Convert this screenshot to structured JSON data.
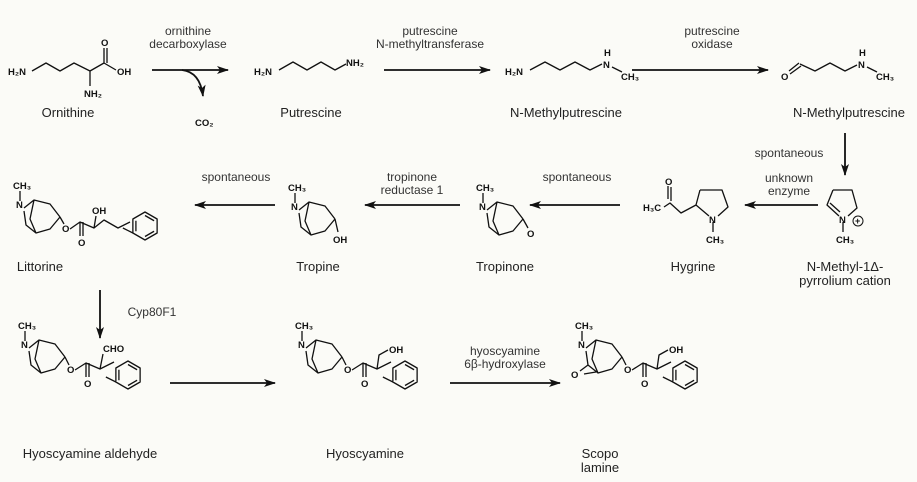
{
  "title": "Tropane alkaloid biosynthesis pathway",
  "compounds": {
    "ornithine": {
      "name": "Ornithine",
      "atoms": [
        "H₂N",
        "O",
        "OH",
        "NH₂"
      ]
    },
    "putrescine": {
      "name": "Putrescine",
      "atoms": [
        "H₂N",
        "NH₂"
      ]
    },
    "n_methylputrescine": {
      "name": "N-Methylputrescine",
      "atoms": [
        "H₂N",
        "N",
        "H",
        "CH₃"
      ]
    },
    "aminobutanal": {
      "name": "N-Methylputrescine",
      "atoms": [
        "O",
        "N",
        "H",
        "CH₃"
      ]
    },
    "pyrrolium": {
      "name_line1": "N-Methyl-1Δ-",
      "name_line2": "pyrrolium cation",
      "atoms": [
        "N",
        "CH₃",
        "+"
      ]
    },
    "hygrine": {
      "name": "Hygrine",
      "atoms": [
        "H₃C",
        "O",
        "N",
        "CH₃"
      ]
    },
    "tropinone": {
      "name": "Tropinone",
      "atoms": [
        "CH₃",
        "N",
        "O"
      ]
    },
    "tropine": {
      "name": "Tropine",
      "atoms": [
        "CH₃",
        "N",
        "OH"
      ]
    },
    "littorine": {
      "name": "Littorine",
      "atoms": [
        "CH₃",
        "N",
        "O",
        "O",
        "OH"
      ]
    },
    "hyoscyamine_aldehyde": {
      "name": "Hyoscyamine aldehyde",
      "atoms": [
        "CH₃",
        "N",
        "O",
        "O",
        "CHO"
      ]
    },
    "hyoscyamine": {
      "name": "Hyoscyamine",
      "atoms": [
        "CH₃",
        "N",
        "O",
        "O",
        "OH"
      ]
    },
    "scopolamine": {
      "name_line1": "Scopo",
      "name_line2": "lamine",
      "atoms": [
        "CH₃",
        "N",
        "O",
        "O",
        "O",
        "OH"
      ]
    }
  },
  "byproducts": {
    "co2": "CO₂"
  },
  "steps": [
    {
      "line1": "ornithine",
      "line2": "decarboxylase"
    },
    {
      "line1": "putrescine",
      "line2": "N-methyltransferase"
    },
    {
      "line1": "putrescine",
      "line2": "oxidase"
    },
    {
      "line1": "spontaneous"
    },
    {
      "line1": "unknown",
      "line2": "enzyme"
    },
    {
      "line1": "spontaneous"
    },
    {
      "line1": "tropinone",
      "line2": "reductase 1"
    },
    {
      "line1": "spontaneous"
    },
    {
      "line1": "Cyp80F1"
    },
    {
      "line1": ""
    },
    {
      "line1": "hyoscyamine",
      "line2": "6β-hydroxylase"
    }
  ]
}
